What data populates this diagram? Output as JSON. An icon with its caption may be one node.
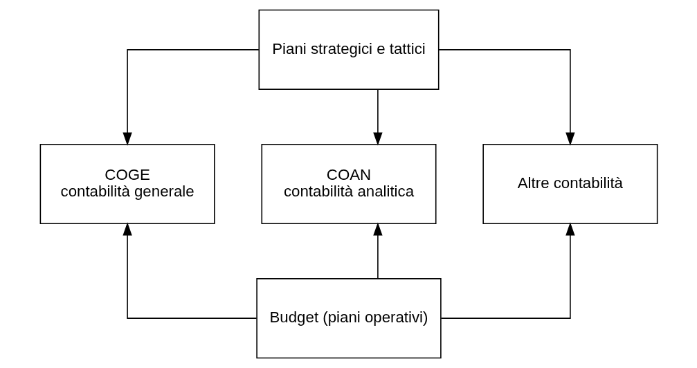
{
  "diagram": {
    "nodes": [
      {
        "text": [
          "Piani strategici e tattici"
        ]
      },
      {
        "text": [
          "COGE",
          "contabilità generale"
        ]
      },
      {
        "text": [
          "COAN",
          "contabilità analitica"
        ]
      },
      {
        "text": [
          "Altre contabilità"
        ]
      },
      {
        "text": [
          "Budget (piani operativi)"
        ]
      }
    ],
    "edges": [
      {
        "from": 0,
        "to": 1,
        "arrow": "to"
      },
      {
        "from": 0,
        "to": 2,
        "arrow": "to"
      },
      {
        "from": 0,
        "to": 3,
        "arrow": "to"
      },
      {
        "from": 4,
        "to": 1,
        "arrow": "to"
      },
      {
        "from": 4,
        "to": 2,
        "arrow": "to"
      },
      {
        "from": 4,
        "to": 3,
        "arrow": "to"
      }
    ]
  }
}
